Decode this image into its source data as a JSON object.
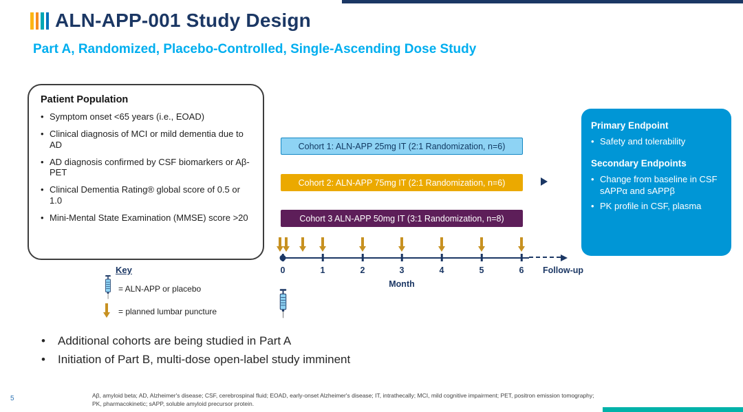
{
  "slide": {
    "title": "ALN-APP-001 Study Design",
    "subtitle": "Part A, Randomized, Placebo-Controlled, Single-Ascending Dose Study",
    "page_number": "5"
  },
  "patient_population": {
    "heading": "Patient Population",
    "bullets": [
      "Symptom onset <65 years (i.e., EOAD)",
      "Clinical diagnosis of MCI or mild dementia due to AD",
      "AD diagnosis confirmed by CSF biomarkers or Aβ-PET",
      "Clinical Dementia Rating® global score of 0.5 or 1.0",
      "Mini-Mental State Examination (MMSE) score >20"
    ]
  },
  "cohorts": [
    {
      "label": "Cohort 1: ALN-APP 25mg IT (2:1 Randomization, n=6)",
      "fill": "#8ED3F4",
      "border": "#1287C3",
      "text_color": "#123A63"
    },
    {
      "label": "Cohort 2: ALN-APP 75mg IT (2:1 Randomization, n=6)",
      "fill": "#EBA900",
      "border": "#EBA900",
      "text_color": "#FFFFFF"
    },
    {
      "label": "Cohort 3 ALN-APP 50mg IT (3:1 Randomization, n=8)",
      "fill": "#5D1E59",
      "border": "#5D1E59",
      "text_color": "#FFFFFF"
    }
  ],
  "timeline": {
    "months": [
      "0",
      "1",
      "2",
      "3",
      "4",
      "5",
      "6"
    ],
    "axis_label": "Month",
    "followup_label": "Follow-up",
    "dose_time_months": [
      0
    ],
    "lumbar_puncture_times_months": [
      0,
      0,
      0.5,
      1,
      2,
      3,
      4,
      5,
      6
    ]
  },
  "key": {
    "heading": "Key",
    "items": [
      {
        "icon": "syringe-icon",
        "label": "= ALN-APP or placebo"
      },
      {
        "icon": "gold-down-arrow-icon",
        "label": "= planned lumbar puncture"
      }
    ]
  },
  "endpoints": {
    "primary_heading": "Primary Endpoint",
    "primary_bullets": [
      "Safety and tolerability"
    ],
    "secondary_heading": "Secondary Endpoints",
    "secondary_bullets": [
      "Change from baseline in CSF sAPPα and sAPPβ",
      "PK profile in CSF, plasma"
    ]
  },
  "summary_bullets": [
    "Additional cohorts are being studied in Part A",
    "Initiation of Part B, multi-dose open-label study imminent"
  ],
  "footnote_lines": [
    "Aβ, amyloid beta; AD, Alzheimer's disease; CSF, cerebrospinal fluid; EOAD, early-onset Alzheimer's disease; IT, intrathecally; MCI, mild cognitive impairment; PET, positron emission tomography;",
    "PK, pharmacokinetic; sAPP, soluble amyloid precursor protein."
  ],
  "colors": {
    "navy": "#1B3764",
    "cyan_accent": "#00AEEF",
    "endpoint_box_blue": "#0096D6",
    "cohort2_gold": "#EBA900",
    "cohort3_purple": "#5D1E59",
    "cohort1_light_blue": "#8ED3F4",
    "arrow_gold": "#C79121",
    "bottom_strip_teal": "#00B2A9"
  }
}
